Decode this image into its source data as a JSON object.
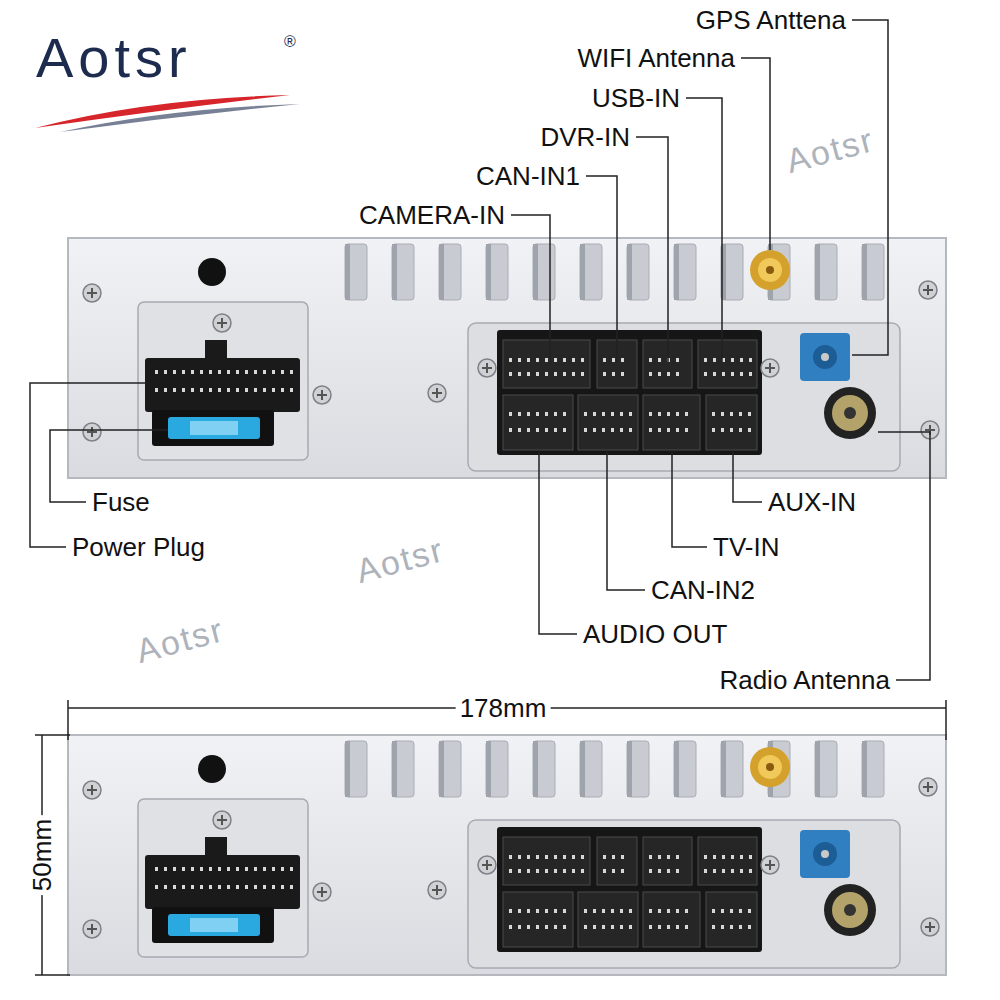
{
  "diagram": {
    "labels": [
      "Aotsr",
      "®",
      "GPS Anttena",
      "WIFI Antenna",
      "USB-IN",
      "DVR-IN",
      "CAN-IN1",
      "CAMERA-IN",
      "Fuse",
      "Power Plug",
      "AUX-IN",
      "TV-IN",
      "CAN-IN2",
      "AUDIO OUT",
      "Radio Antenna",
      "178mm",
      "50mm",
      "Aotsr",
      "Aotsr",
      "Aotsr"
    ]
  }
}
